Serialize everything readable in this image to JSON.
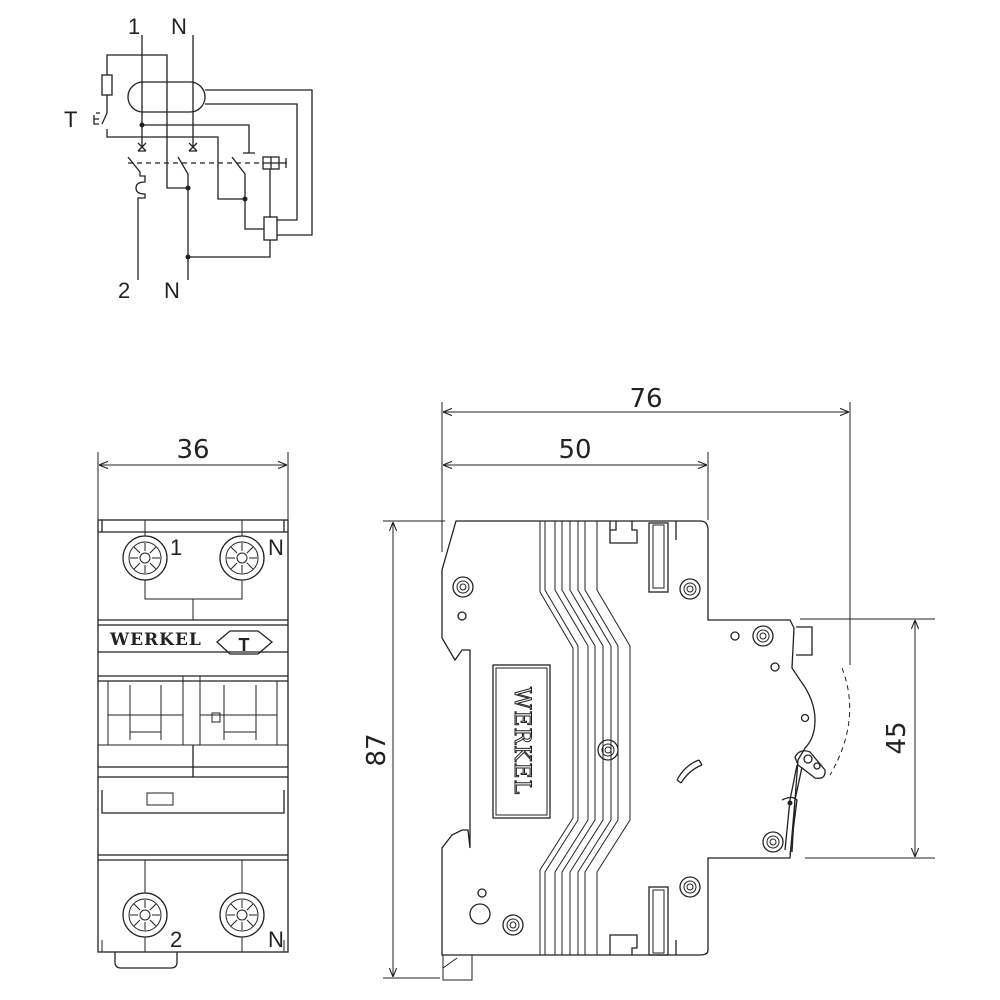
{
  "schematic": {
    "labels": {
      "line_in": "1",
      "neutral_in": "N",
      "test": "T",
      "line_out": "2",
      "neutral_out": "N"
    }
  },
  "front_view": {
    "brand": "WERKEL",
    "test_button": "T",
    "terminals": {
      "top_left": "1",
      "top_right": "N",
      "bottom_left": "2",
      "bottom_right": "N"
    },
    "dimension_width": "36"
  },
  "side_view": {
    "brand": "WERKEL",
    "dimension_depth_total": "76",
    "dimension_depth_body": "50",
    "dimension_height": "87",
    "dimension_front": "45"
  }
}
